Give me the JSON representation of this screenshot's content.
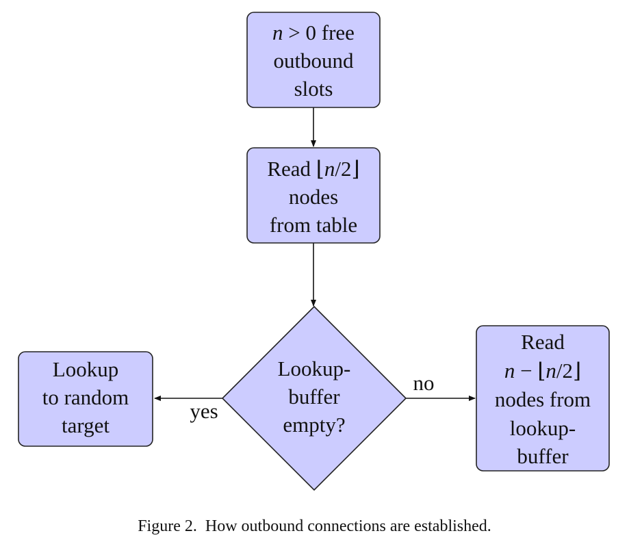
{
  "nodes": {
    "start": {
      "lines": [
        "n > 0 free",
        "outbound",
        "slots"
      ]
    },
    "read_table": {
      "lines": [
        "Read ⌊n/2⌋",
        "nodes",
        "from table"
      ]
    },
    "decision": {
      "lines": [
        "Lookup-",
        "buffer",
        "empty?"
      ]
    },
    "random": {
      "lines": [
        "Lookup",
        "to random",
        "target"
      ]
    },
    "read_buffer": {
      "lines": [
        "Read",
        "n − ⌊n/2⌋",
        "nodes from",
        "lookup-",
        "buffer"
      ]
    }
  },
  "edges": {
    "yes_label": "yes",
    "no_label": "no"
  },
  "caption": {
    "figure": "Figure 2.",
    "text": "How outbound connections are established."
  },
  "colors": {
    "box_fill": "#ccccff",
    "stroke": "#222222"
  }
}
